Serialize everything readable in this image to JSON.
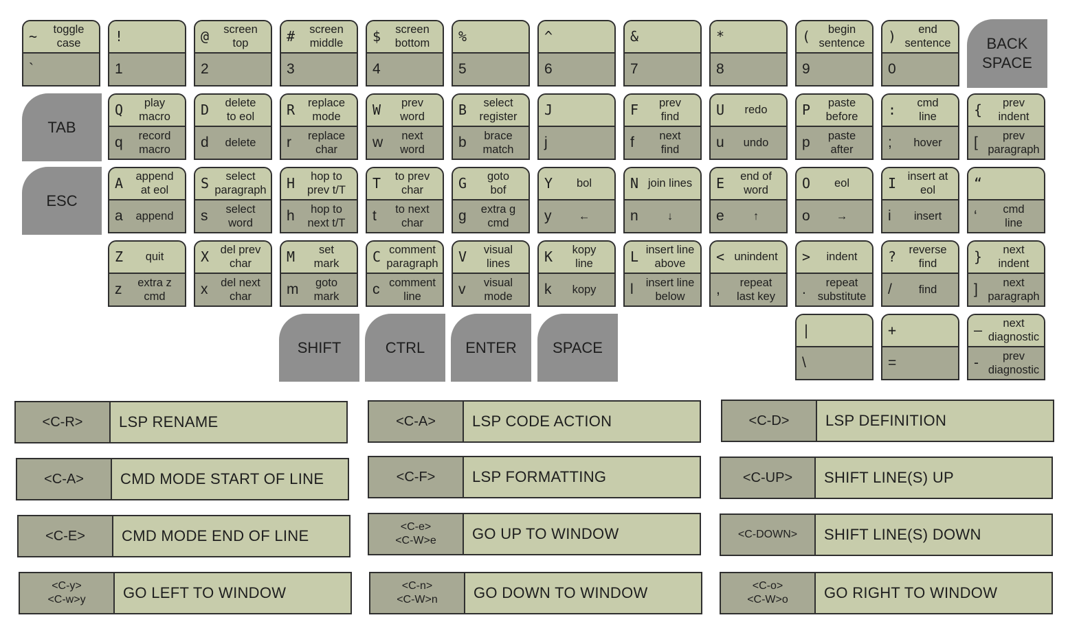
{
  "keyboard": {
    "rows": [
      [
        {
          "upper_char": "~",
          "upper_label": "toggle\ncase",
          "lower_char": "`",
          "lower_label": ""
        },
        {
          "upper_char": "!",
          "upper_label": "",
          "lower_char": "1",
          "lower_label": ""
        },
        {
          "upper_char": "@",
          "upper_label": "screen\ntop",
          "lower_char": "2",
          "lower_label": ""
        },
        {
          "upper_char": "#",
          "upper_label": "screen\nmiddle",
          "lower_char": "3",
          "lower_label": ""
        },
        {
          "upper_char": "$",
          "upper_label": "screen\nbottom",
          "lower_char": "4",
          "lower_label": ""
        },
        {
          "upper_char": "%",
          "upper_label": "",
          "lower_char": "5",
          "lower_label": ""
        },
        {
          "upper_char": "^",
          "upper_label": "",
          "lower_char": "6",
          "lower_label": ""
        },
        {
          "upper_char": "&",
          "upper_label": "",
          "lower_char": "7",
          "lower_label": ""
        },
        {
          "upper_char": "*",
          "upper_label": "",
          "lower_char": "8",
          "lower_label": ""
        },
        {
          "upper_char": "(",
          "upper_label": "begin\nsentence",
          "lower_char": "9",
          "lower_label": ""
        },
        {
          "upper_char": ")",
          "upper_label": "end\nsentence",
          "lower_char": "0",
          "lower_label": ""
        }
      ],
      [
        {
          "upper_char": "Q",
          "upper_label": "play\nmacro",
          "lower_char": "q",
          "lower_label": "record\nmacro"
        },
        {
          "upper_char": "D",
          "upper_label": "delete\nto eol",
          "lower_char": "d",
          "lower_label": "delete"
        },
        {
          "upper_char": "R",
          "upper_label": "replace\nmode",
          "lower_char": "r",
          "lower_label": "replace\nchar"
        },
        {
          "upper_char": "W",
          "upper_label": "prev\nword",
          "lower_char": "w",
          "lower_label": "next\nword"
        },
        {
          "upper_char": "B",
          "upper_label": "select\nregister",
          "lower_char": "b",
          "lower_label": "brace\nmatch"
        },
        {
          "upper_char": "J",
          "upper_label": "",
          "lower_char": "j",
          "lower_label": ""
        },
        {
          "upper_char": "F",
          "upper_label": "prev\nfind",
          "lower_char": "f",
          "lower_label": "next\nfind"
        },
        {
          "upper_char": "U",
          "upper_label": "redo",
          "lower_char": "u",
          "lower_label": "undo"
        },
        {
          "upper_char": "P",
          "upper_label": "paste\nbefore",
          "lower_char": "p",
          "lower_label": "paste\nafter"
        },
        {
          "upper_char": ":",
          "upper_label": "cmd\nline",
          "lower_char": ";",
          "lower_label": "hover"
        },
        {
          "upper_char": "{",
          "upper_label": "prev\nindent",
          "lower_char": "[",
          "lower_label": "prev\nparagraph"
        }
      ],
      [
        {
          "upper_char": "A",
          "upper_label": "append\nat eol",
          "lower_char": "a",
          "lower_label": "append"
        },
        {
          "upper_char": "S",
          "upper_label": "select\nparagraph",
          "lower_char": "s",
          "lower_label": "select\nword"
        },
        {
          "upper_char": "H",
          "upper_label": "hop to\nprev t/T",
          "lower_char": "h",
          "lower_label": "hop to\nnext t/T"
        },
        {
          "upper_char": "T",
          "upper_label": "to prev\nchar",
          "lower_char": "t",
          "lower_label": "to next\nchar"
        },
        {
          "upper_char": "G",
          "upper_label": "goto\nbof",
          "lower_char": "g",
          "lower_label": "extra g\ncmd"
        },
        {
          "upper_char": "Y",
          "upper_label": "bol",
          "lower_char": "y",
          "lower_label": "←"
        },
        {
          "upper_char": "N",
          "upper_label": "join lines",
          "lower_char": "n",
          "lower_label": "↓"
        },
        {
          "upper_char": "E",
          "upper_label": "end of\nword",
          "lower_char": "e",
          "lower_label": "↑"
        },
        {
          "upper_char": "O",
          "upper_label": "eol",
          "lower_char": "o",
          "lower_label": "→"
        },
        {
          "upper_char": "I",
          "upper_label": "insert at\neol",
          "lower_char": "i",
          "lower_label": "insert"
        },
        {
          "upper_char": "“",
          "upper_label": "",
          "lower_char": "‘",
          "lower_label": "cmd\nline"
        }
      ],
      [
        {
          "upper_char": "Z",
          "upper_label": "quit",
          "lower_char": "z",
          "lower_label": "extra z\ncmd"
        },
        {
          "upper_char": "X",
          "upper_label": "del prev\nchar",
          "lower_char": "x",
          "lower_label": "del next\nchar"
        },
        {
          "upper_char": "M",
          "upper_label": "set\nmark",
          "lower_char": "m",
          "lower_label": "goto\nmark"
        },
        {
          "upper_char": "C",
          "upper_label": "comment\nparagraph",
          "lower_char": "c",
          "lower_label": "comment\nline"
        },
        {
          "upper_char": "V",
          "upper_label": "visual\nlines",
          "lower_char": "v",
          "lower_label": "visual\nmode"
        },
        {
          "upper_char": "K",
          "upper_label": "kopy\nline",
          "lower_char": "k",
          "lower_label": "kopy"
        },
        {
          "upper_char": "L",
          "upper_label": "insert line\nabove",
          "lower_char": "l",
          "lower_label": "insert line\nbelow"
        },
        {
          "upper_char": "<",
          "upper_label": "unindent",
          "lower_char": ",",
          "lower_label": "repeat\nlast key"
        },
        {
          "upper_char": ">",
          "upper_label": "indent",
          "lower_char": ".",
          "lower_label": "repeat\nsubstitute"
        },
        {
          "upper_char": "?",
          "upper_label": "reverse\nfind",
          "lower_char": "/",
          "lower_label": "find"
        },
        {
          "upper_char": "}",
          "upper_label": "next\nindent",
          "lower_char": "]",
          "lower_label": "next\nparagraph"
        }
      ],
      [
        {
          "upper_char": "|",
          "upper_label": "",
          "lower_char": "\\",
          "lower_label": ""
        },
        {
          "upper_char": "+",
          "upper_label": "",
          "lower_char": "=",
          "lower_label": ""
        },
        {
          "upper_char": "–",
          "upper_label": "next\ndiagnostic",
          "lower_char": "-",
          "lower_label": "prev\ndiagnostic"
        }
      ]
    ],
    "special": {
      "backspace": "BACK\nSPACE",
      "tab": "TAB",
      "esc": "ESC",
      "shift": "SHIFT",
      "ctrl": "CTRL",
      "enter": "ENTER",
      "space": "SPACE"
    }
  },
  "shortcuts": [
    {
      "key": "<C-R>",
      "desc": "LSP RENAME"
    },
    {
      "key": "<C-A>",
      "desc": "LSP CODE ACTION"
    },
    {
      "key": "<C-D>",
      "desc": "LSP DEFINITION"
    },
    {
      "key": "<C-A>",
      "desc": "CMD MODE START OF LINE"
    },
    {
      "key": "<C-F>",
      "desc": "LSP FORMATTING"
    },
    {
      "key": "<C-UP>",
      "desc": "SHIFT LINE(S) UP"
    },
    {
      "key": "<C-E>",
      "desc": "CMD MODE END OF LINE"
    },
    {
      "key": "<C-e>\n<C-W>e",
      "desc": "GO UP TO WINDOW"
    },
    {
      "key": "<C-DOWN>",
      "desc": "SHIFT LINE(S) DOWN"
    },
    {
      "key": "<C-y>\n<C-w>y",
      "desc": "GO LEFT TO WINDOW"
    },
    {
      "key": "<C-n>\n<C-W>n",
      "desc": "GO DOWN TO WINDOW"
    },
    {
      "key": "<C-o>\n<C-W>o",
      "desc": "GO RIGHT TO WINDOW"
    }
  ]
}
